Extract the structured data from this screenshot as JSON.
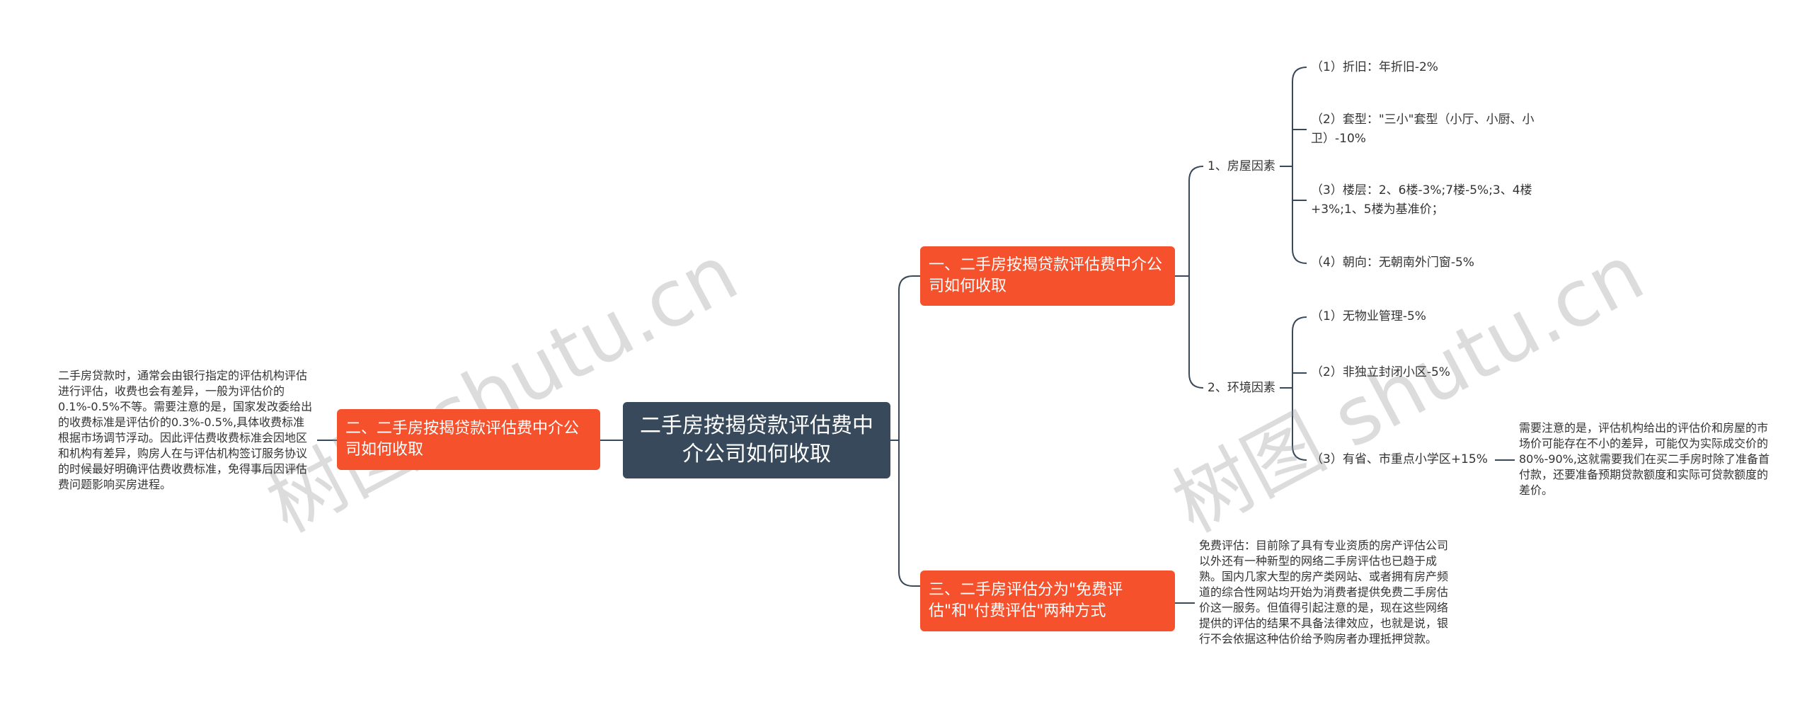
{
  "root": {
    "title": "二手房按揭贷款评估费中介公司如何收取"
  },
  "left_branch": {
    "title": "二、二手房按揭贷款评估费中介公司如何收取",
    "note": "二手房贷款时，通常会由银行指定的评估机构评估进行评估，收费也会有差异，一般为评估价的0.1%-0.5%不等。需要注意的是，国家发改委给出的收费标准是评估价的0.3%-0.5%,具体收费标准根据市场调节浮动。因此评估费收费标准会因地区和机构有差异，购房人在与评估机构签订服务协议的时候最好明确评估费收费标准，免得事后因评估费问题影响买房进程。"
  },
  "branch1": {
    "title": "一、二手房按揭贷款评估费中介公司如何收取",
    "house": {
      "label": "1、房屋因素",
      "items": [
        "（1）折旧：年折旧-2%",
        "（2）套型：\"三小\"套型（小厅、小厨、小卫）-10%",
        "（3）楼层：2、6楼-3%;7楼-5%;3、4楼+3%;1、5楼为基准价；",
        "（4）朝向：无朝南外门窗-5%"
      ]
    },
    "env": {
      "label": "2、环境因素",
      "items": [
        "（1）无物业管理-5%",
        "（2）非独立封闭小区-5%",
        "（3）有省、市重点小学区+15%"
      ],
      "note": "需要注意的是，评估机构给出的评估价和房屋的市场价可能存在不小的差异，可能仅为实际成交价的80%-90%,这就需要我们在买二手房时除了准备首付款，还要准备预期贷款额度和实际可贷款额度的差价。"
    }
  },
  "branch3": {
    "title": "三、二手房评估分为\"免费评估\"和\"付费评估\"两种方式",
    "note": "免费评估：目前除了具有专业资质的房产评估公司以外还有一种新型的网络二手房评估也已趋于成熟。国内几家大型的房产类网站、或者拥有房产频道的综合性网站均开始为消费者提供免费二手房估价这一服务。但值得引起注意的是，现在这些网络提供的评估的结果不具备法律效应，也就是说，银行不会依据这种估价给予购房者办理抵押贷款。"
  },
  "watermark": "树图 shutu.cn",
  "colors": {
    "root": "#37495a",
    "branch": "#f4512c",
    "line": "#37495a"
  }
}
